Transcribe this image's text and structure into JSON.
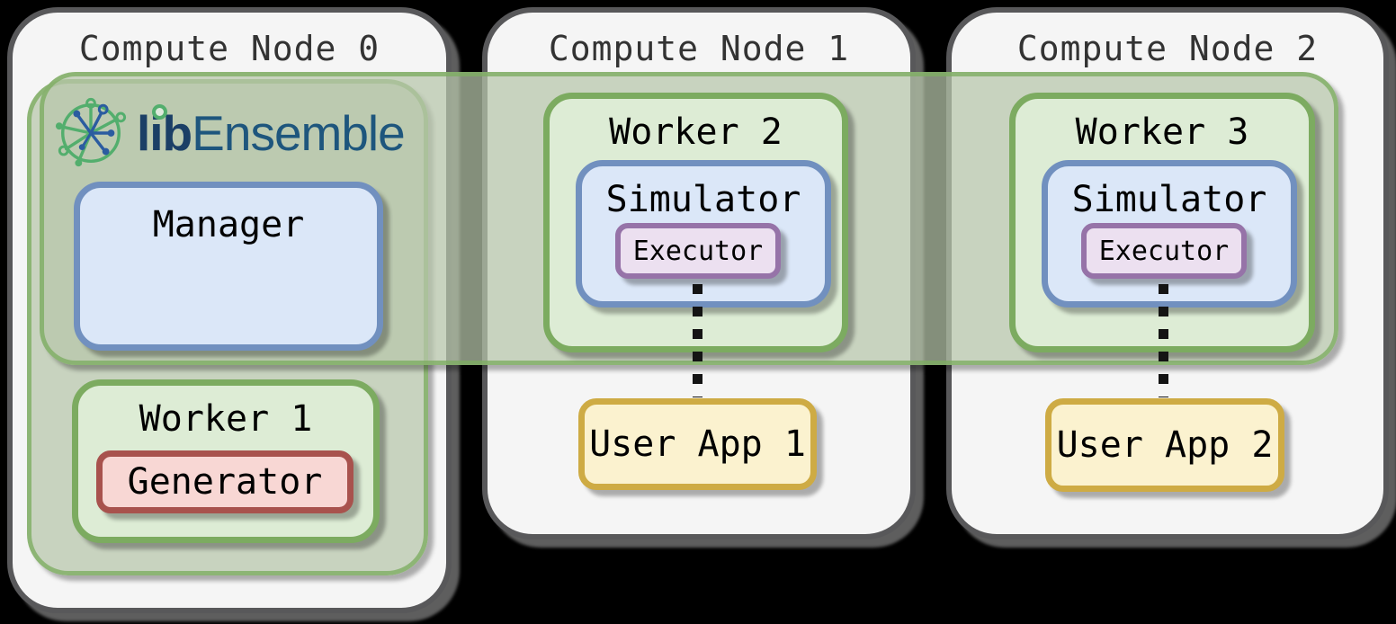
{
  "logo": {
    "lib": "lib",
    "ensemble": "Ensemble",
    "icon": "network-hub-icon"
  },
  "nodes": [
    {
      "title": "Compute Node 0",
      "boxes": {
        "manager": "Manager",
        "worker": "Worker 1",
        "generator": "Generator"
      }
    },
    {
      "title": "Compute Node 1",
      "boxes": {
        "worker": "Worker 2",
        "simulator": "Simulator",
        "executor": "Executor",
        "user_app": "User App 1"
      }
    },
    {
      "title": "Compute Node 2",
      "boxes": {
        "worker": "Worker 3",
        "simulator": "Simulator",
        "executor": "Executor",
        "user_app": "User App 2"
      }
    }
  ],
  "connectors": [
    {
      "from": "Executor",
      "to": "User App 1",
      "style": "dotted"
    },
    {
      "from": "Executor",
      "to": "User App 2",
      "style": "dotted"
    }
  ],
  "colors": {
    "background": "#000000",
    "node_fill": "#f5f5f5",
    "node_border": "#58585a",
    "title_text": "#333333",
    "label_text": "#000000",
    "ensemble_region_fill": "rgba(183,198,170,0.72)",
    "ensemble_region_border": "rgba(126,173,99,0.8)",
    "worker_fill": "#ddecd5",
    "worker_border": "#7cab60",
    "manager_simulator_fill": "#dbe7f8",
    "manager_simulator_border": "#7190bf",
    "executor_fill": "#ece0f0",
    "executor_border": "#9673a8",
    "generator_fill": "#f8d7d4",
    "generator_border": "#a8524d",
    "user_app_fill": "#fbf2cf",
    "user_app_border": "#ceab44",
    "logo_lib_text": "#1b3f66",
    "logo_ensemble_text": "#1e567d",
    "logo_green": "#53ae6d",
    "logo_blue": "#2b5ca0"
  }
}
